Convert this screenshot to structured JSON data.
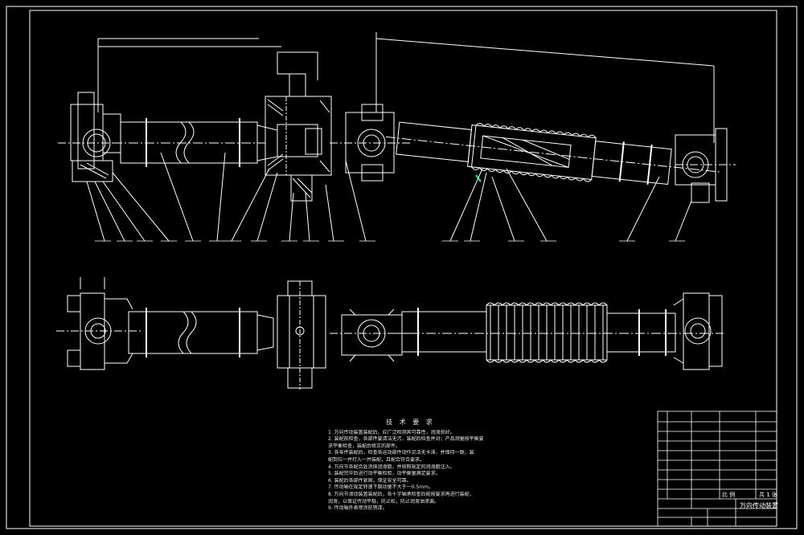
{
  "drawing": {
    "colors": {
      "background": "#000000",
      "line": "#ffffff",
      "accent": "#00ff66"
    }
  },
  "technical_requirements": {
    "title": "技 术 要 求",
    "lines": [
      "1. 万向传动装置装配后，应广泛检测其可靠性，润滑良好。",
      "2. 装配前检查，各部件要清洁无污，装配后检查并对；产品测量按平衡要",
      "   求平衡检查，装配后修正的部件。",
      "3. 各零件装配后，检查各运动部件动作灵活无卡滞，并保持一致，装",
      "   配到位一并打入一并装配，且配合符合要求。",
      "4. 万向节各配合处涂抹润滑脂，并按照规定的润滑脂注入。",
      "5. 装配完毕后进行动平衡检验，动平衡量满足要求。",
      "6. 装配后各部件紧固，保证安全可靠。",
      "7. 传动轴在规定转速下跳动量不大于一0.5mm。",
      "8. 万向节滑动装置装配后，各十字轴承检查后能按要求再进行装配，",
      "   润滑，以保证传动平稳，防止松，防止润滑油渗漏。",
      "9. 传动轴外表喷涂防锈漆。"
    ]
  },
  "title_block": {
    "drawing_name": "万向传动装置",
    "scale_label": "比 例",
    "sheet_label": "共 1 张"
  }
}
